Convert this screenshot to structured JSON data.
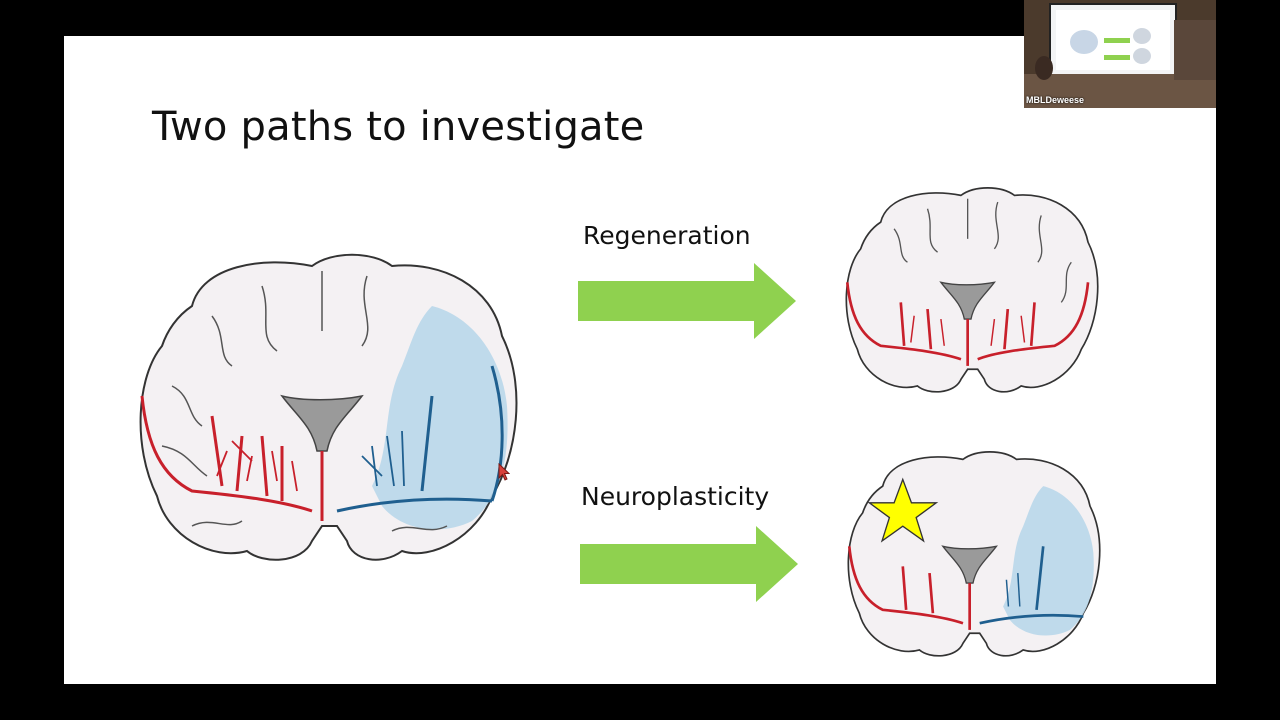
{
  "slide": {
    "title": "Two paths to investigate",
    "paths": [
      {
        "label": "Regeneration"
      },
      {
        "label": "Neuroplasticity"
      }
    ]
  },
  "webcam": {
    "name": "MBLDeweese"
  },
  "colors": {
    "arrow": "#8fd14f",
    "star": "#ffff00",
    "vessel_red": "#c8202b",
    "vessel_blue": "#1f5f8f",
    "stroke_area": "#b9d7ea",
    "brain_fill": "#f4f1f3"
  }
}
